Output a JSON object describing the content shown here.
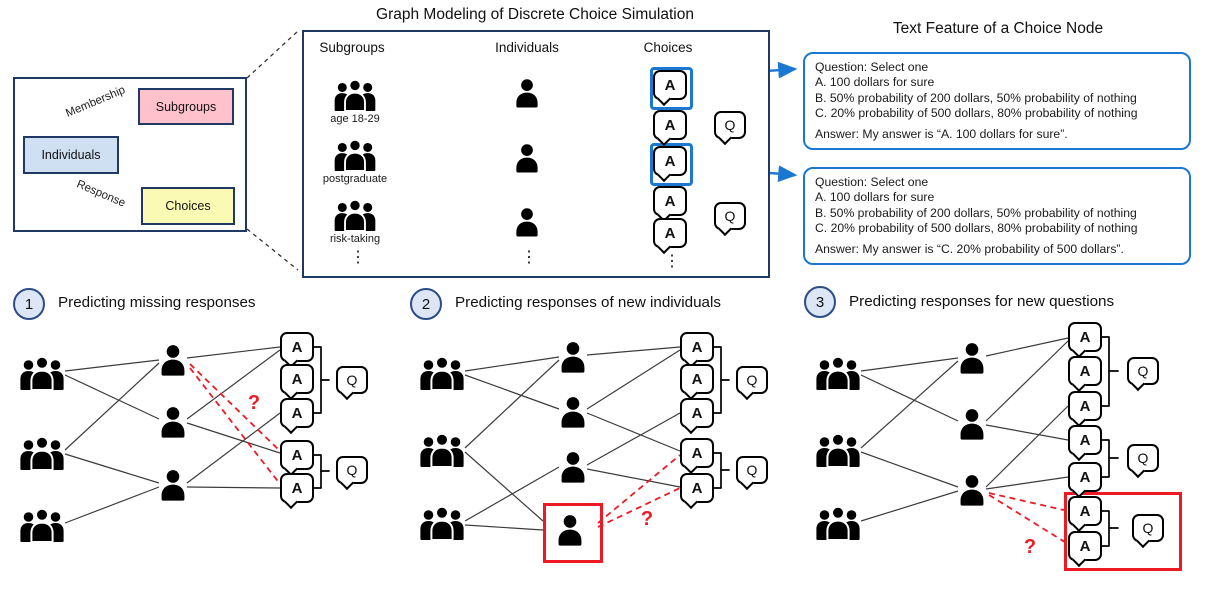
{
  "titles": {
    "middle": "Graph Modeling of Discrete Choice Simulation",
    "right": "Text Feature of a Choice Node"
  },
  "schema": {
    "nodes": {
      "individuals": "Individuals",
      "subgroups": "Subgroups",
      "choices": "Choices"
    },
    "edges": {
      "membership": "Membership",
      "response": "Response"
    },
    "colors": {
      "subgroups_fill": "#FFC2CD",
      "individuals_fill": "#CEE0F2",
      "choices_fill": "#FAFAB4",
      "border_navy": "#1F3864"
    }
  },
  "graph": {
    "columns": [
      "Subgroups",
      "Individuals",
      "Choices"
    ],
    "subgroup_labels": [
      "age 18-29",
      "postgraduate",
      "risk-taking"
    ],
    "ellipsis": "⋮",
    "answer_label": "A",
    "question_label": "Q"
  },
  "choice_text": {
    "boxes": [
      {
        "lines": [
          "Question: Select one",
          "A. 100 dollars for sure",
          "B. 50% probability of 200 dollars, 50% probability of nothing",
          "C. 20% probability of 500 dollars, 80% probability of nothing"
        ],
        "answer": "Answer: My answer is “A. 100 dollars for sure”."
      },
      {
        "lines": [
          "Question: Select one",
          "A. 100 dollars for sure",
          "B. 50% probability of 200 dollars, 50% probability of nothing",
          "C. 20% probability of 500 dollars, 80% probability of nothing"
        ],
        "answer": "Answer: My answer is “C. 20% probability of 500 dollars”."
      }
    ]
  },
  "tasks": [
    {
      "number": "1",
      "title": "Predicting missing responses"
    },
    {
      "number": "2",
      "title": "Predicting responses of new individuals"
    },
    {
      "number": "3",
      "title": "Predicting responses for new questions"
    }
  ],
  "unknown_mark": "?",
  "colors": {
    "highlight_blue": "#1B78D2",
    "alert_red": "#EC1B23",
    "edge_gray": "#3C3C3C"
  }
}
